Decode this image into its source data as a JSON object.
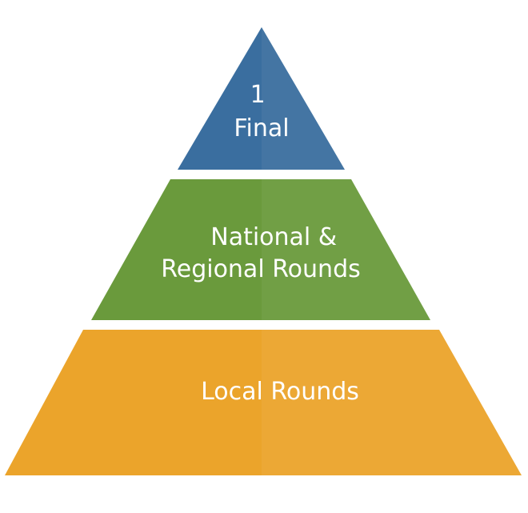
{
  "pyramid": {
    "tiers": [
      {
        "id": "final",
        "lines": [
          "1",
          "Final"
        ],
        "color": "#3a6e9f"
      },
      {
        "id": "national-regional",
        "lines": [
          "National &",
          "Regional Rounds"
        ],
        "color": "#6a9a3c"
      },
      {
        "id": "local",
        "lines": [
          "Local Rounds"
        ],
        "color": "#eba42b"
      }
    ]
  }
}
